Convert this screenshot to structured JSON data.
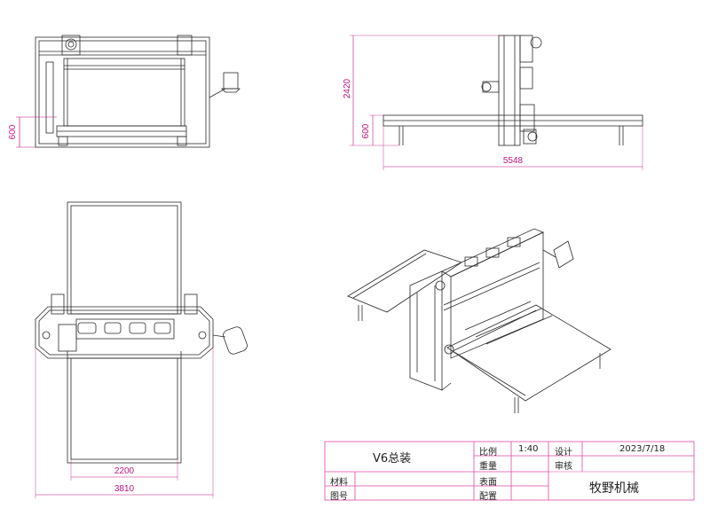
{
  "dimensions": {
    "front_height_600": "600",
    "side_height_2420": "2420",
    "side_height_600": "600",
    "side_length_5548": "5548",
    "top_width_2200": "2200",
    "top_width_3810": "3810"
  },
  "title_block": {
    "drawing_name": "V6总装",
    "scale_label": "比例",
    "scale_value": "1:40",
    "design_label": "设计",
    "date_value": "2023/7/18",
    "weight_label": "重量",
    "review_label": "审核",
    "material_label": "材料",
    "surface_label": "表面",
    "drawing_no_label": "图号",
    "config_label": "配置",
    "company": "牧野机械"
  },
  "colors": {
    "line": "#2a2a2a",
    "dimension": "#c0157f",
    "title_border": "#e04aa8"
  }
}
